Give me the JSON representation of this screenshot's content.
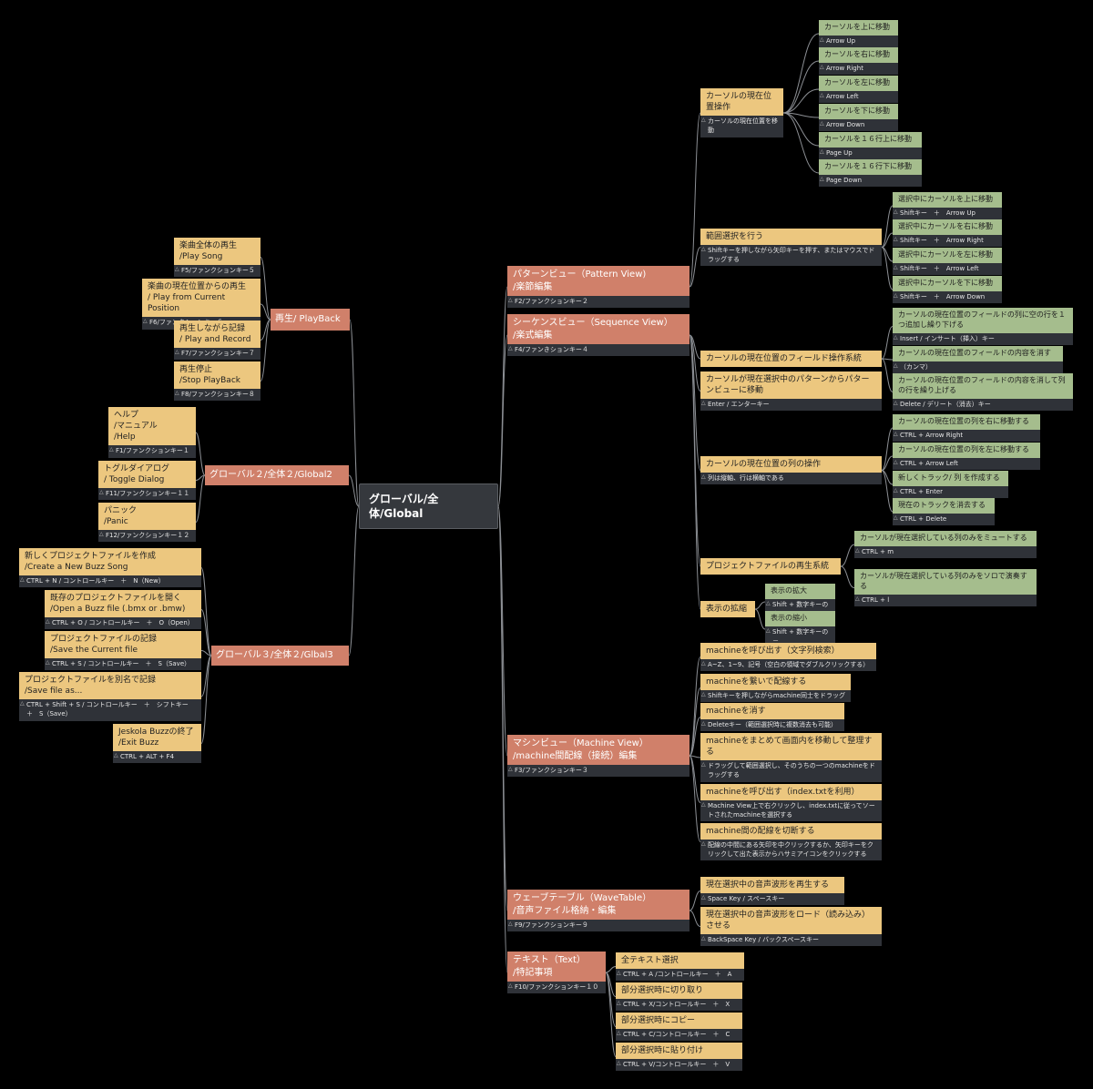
{
  "root": {
    "label": "グローバル/全体/Global"
  },
  "left": {
    "playback": {
      "label": "再生/ PlayBack",
      "items": [
        {
          "label": "楽曲全体の再生\n/Play Song",
          "note": "F5/ファンクションキー５"
        },
        {
          "label": "楽曲の現在位置からの再生\n/ Play from Current Position",
          "note": "F6/ファンクションキー６"
        },
        {
          "label": "再生しながら記録\n/ Play and Record",
          "note": "F7/ファンクションキー７"
        },
        {
          "label": "再生停止\n/Stop PlayBack",
          "note": "F8/ファンクションキー８"
        }
      ]
    },
    "global2": {
      "label": "グローバル２/全体２/Global2",
      "items": [
        {
          "label": "ヘルプ\n/マニュアル\n/Help",
          "note": "F1/ファンクションキー１"
        },
        {
          "label": "トグルダイアログ\n/ Toggle Dialog",
          "note": "F11/ファンクションキー１１"
        },
        {
          "label": "パニック\n/Panic",
          "note": "F12/ファンクションキー１２"
        }
      ]
    },
    "global3": {
      "label": "グローバル３/全体２/Glbal3",
      "items": [
        {
          "label": "新しくプロジェクトファイルを作成\n/Create a New Buzz Song",
          "note": "CTRL + N / コントロールキー　＋　N（New）"
        },
        {
          "label": "既存のプロジェクトファイルを開く\n/Open a Buzz file (.bmx or .bmw)",
          "note": "CTRL + O / コントロールキー　＋　O（Open）"
        },
        {
          "label": "プロジェクトファイルの記録\n/Save the Current file",
          "note": "CTRL + S / コントロールキー　＋　S（Save）"
        },
        {
          "label": "プロジェクトファイルを別名で記録\n/Save file as...",
          "note": "CTRL + Shift + S / コントロールキー　＋　シフトキー　＋　S（Save）"
        },
        {
          "label": "Jeskola Buzzの終了\n/Exit Buzz",
          "note": "CTRL + ALT + F4"
        }
      ]
    }
  },
  "right": {
    "pattern": {
      "label": "パターンビュー（Pattern View)\n/楽節編集",
      "note": "F2/ファンクションキー２",
      "cursor_move": {
        "label": "カーソルの現在位置操作",
        "note": "カーソルの現在位置を移動",
        "items": [
          {
            "label": "カーソルを上に移動",
            "note": "Arrow Up"
          },
          {
            "label": "カーソルを右に移動",
            "note": "Arrow Right"
          },
          {
            "label": "カーソルを左に移動",
            "note": "Arrow Left"
          },
          {
            "label": "カーソルを下に移動",
            "note": "Arrow Down"
          },
          {
            "label": "カーソルを１６行上に移動",
            "note": "Page Up"
          },
          {
            "label": "カーソルを１６行下に移動",
            "note": "Page Down"
          }
        ]
      },
      "range_select": {
        "label": "範囲選択を行う",
        "note": "Shiftキーを押しながら矢印キーを押す、またはマウスでドラッグする",
        "items": [
          {
            "label": "選択中にカーソルを上に移動",
            "note": "Shiftキー　＋　Arrow Up"
          },
          {
            "label": "選択中にカーソルを右に移動",
            "note": "Shiftキー　＋　Arrow Right"
          },
          {
            "label": "選択中にカーソルを左に移動",
            "note": "Shiftキー　＋　Arrow Left"
          },
          {
            "label": "選択中にカーソルを下に移動",
            "note": "Shiftキー　＋　Arrow Down"
          }
        ]
      }
    },
    "sequence": {
      "label": "シーケンスビュー（Sequence View）\n/楽式編集",
      "note": "F4/ファンきションキー４",
      "field_ops": {
        "label": "カーソルの現在位置のフィールド操作系統",
        "items": [
          {
            "label": "カーソルの現在位置のフィールドの列に空の行を１つ追加し繰り下げる",
            "note": "Insert / インサート（挿入）キー"
          },
          {
            "label": "カーソルの現在位置のフィールドの内容を消す",
            "note": "（カンマ）"
          },
          {
            "label": "カーソルの現在位置のフィールドの内容を消して列の行を繰り上げる",
            "note": "Delete / デリート（消去）キー"
          }
        ]
      },
      "goto_pattern": {
        "label": "カーソルが現在選択中のパターンからパターンビューに移動",
        "note": "Enter / エンターキー"
      },
      "column_ops": {
        "label": "カーソルの現在位置の列の操作",
        "note": "列は縦軸、行は横軸である",
        "items": [
          {
            "label": "カーソルの現在位置の列を右に移動する",
            "note": "CTRL + Arrow Right"
          },
          {
            "label": "カーソルの現在位置の列を左に移動する",
            "note": "CTRL + Arrow Left"
          },
          {
            "label": "新しくトラック/ 列 を作成する",
            "note": "CTRL + Enter"
          },
          {
            "label": "現在のトラックを消去する",
            "note": "CTRL + Delete"
          }
        ]
      },
      "project_play": {
        "label": "プロジェクトファイルの再生系統",
        "items": [
          {
            "label": "カーソルが現在選択している列のみをミュートする",
            "note": "CTRL + m"
          },
          {
            "label": "カーソルが現在選択している列のみをソロで演奏する",
            "note": "CTRL + l"
          }
        ]
      },
      "zoom": {
        "label": "表示の拡縮",
        "items": [
          {
            "label": "表示の拡大",
            "note": "Shift + 数字キーの＋"
          },
          {
            "label": "表示の縮小",
            "note": "Shift + 数字キーの－"
          }
        ]
      }
    },
    "machine": {
      "label": "マシンビュー（Machine View）\n/machine間配線（接続）編集",
      "note": "F3/ファンクションキー３",
      "items": [
        {
          "label": "machineを呼び出す（文字列検索）",
          "note": "A~Z、1~9、記号（空白の領域でダブルクリックする）"
        },
        {
          "label": "machineを繋いで配線する",
          "note": "Shiftキーを押しながらmachine同士をドラッグ"
        },
        {
          "label": "machineを消す",
          "note": "Deleteキー（範囲選択時に複数消去も可能）"
        },
        {
          "label": "machineをまとめて画面内を移動して整理する",
          "note": "ドラッグして範囲選択し、そのうちの一つのmachineをドラッグする"
        },
        {
          "label": "machineを呼び出す（index.txtを利用）",
          "note": "Machine View上で右クリックし、index.txtに従ってソートされたmachineを選択する"
        },
        {
          "label": "machine間の配線を切断する",
          "note": "配線の中間にある矢印を中クリックするか、矢印キーをクリックして出た表示からハサミアイコンをクリックする"
        }
      ]
    },
    "wavetable": {
      "label": "ウェーブテーブル（WaveTable）\n/音声ファイル格納・編集",
      "note": "F9/ファンクションキー９",
      "items": [
        {
          "label": "現在選択中の音声波形を再生する",
          "note": "Space Key / スペースキー"
        },
        {
          "label": "現在選択中の音声波形をロード（読み込み）させる",
          "note": "BackSpace Key / バックスペースキー"
        }
      ]
    },
    "text": {
      "label": "テキスト（Text）\n/特記事項",
      "note": "F10/ファンクションキー１０",
      "items": [
        {
          "label": "全テキスト選択",
          "note": "CTRL + A /コントロールキー　＋　A"
        },
        {
          "label": "部分選択時に切り取り",
          "note": "CTRL + X/コントロールキー　＋　X"
        },
        {
          "label": "部分選択時にコピー",
          "note": "CTRL + C/コントロールキー　＋　C"
        },
        {
          "label": "部分選択時に貼り付け",
          "note": "CTRL + V/コントロールキー　＋　V"
        }
      ]
    }
  }
}
